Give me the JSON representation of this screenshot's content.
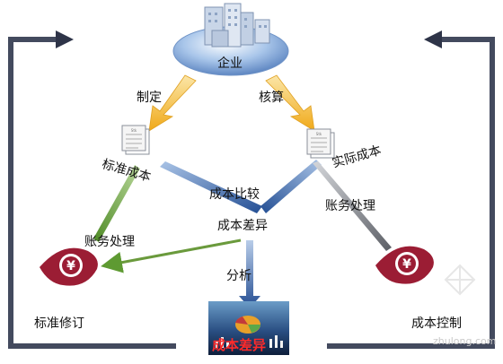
{
  "nodes": {
    "enterprise": "企业",
    "standard_cost": "标准成本",
    "actual_cost": "实际成本",
    "cost_compare": "成本比较",
    "cost_variance": "成本差异",
    "variance_image_caption": "成本差异"
  },
  "edges": {
    "formulate": "制定",
    "calculate": "核算",
    "accounting_left": "账务处理",
    "accounting_right": "账务处理",
    "analysis": "分析"
  },
  "corners": {
    "standard_revision": "标准修订",
    "cost_control": "成本控制"
  },
  "icons": {
    "currency_left": "¥",
    "currency_right": "¥",
    "doc_label": "Stk"
  },
  "watermark": "zhulong.com",
  "colors": {
    "frame": "#434a5e",
    "frame_arrow": "#2e3448",
    "blue_line": "#2f5fa8",
    "green_line": "#6a9a3c",
    "gray_line": "#7d8087",
    "orange_arrow": "#f1b52a",
    "globe": "#7ea6d8",
    "currency_red": "#9b1d34"
  }
}
